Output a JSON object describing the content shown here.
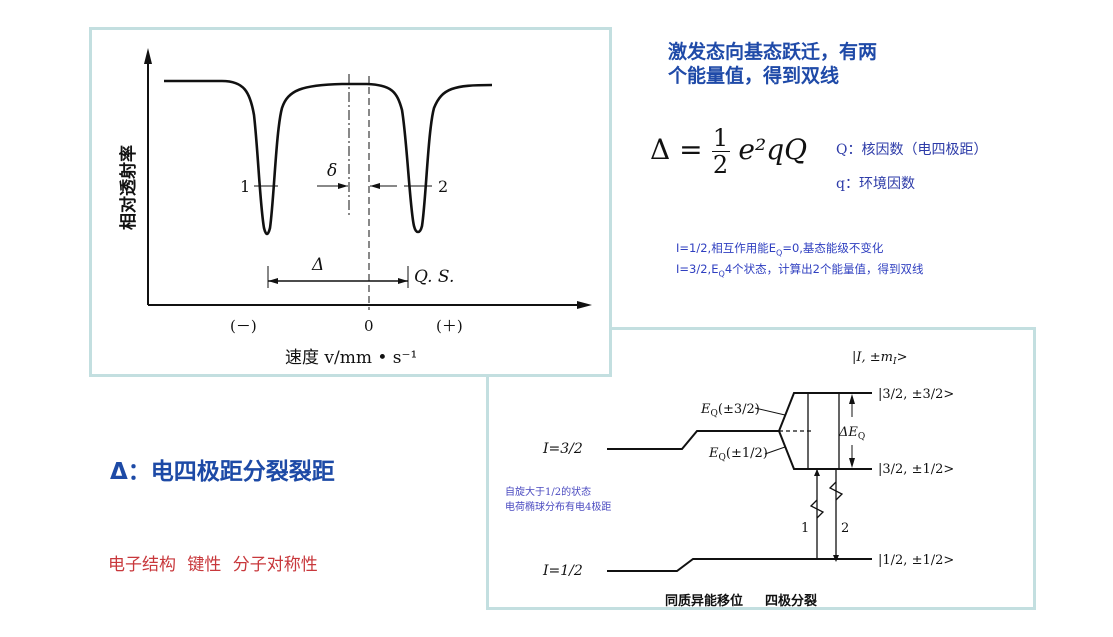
{
  "spectrum_panel": {
    "y_axis_label": "相对透射率",
    "x_axis_label": "速度 v/mm • s⁻¹",
    "x_ticks": [
      "(－)",
      "0",
      "(＋)"
    ],
    "peak_labels": [
      "1",
      "2"
    ],
    "delta_small_label": "δ",
    "delta_label": "Δ",
    "qs_label": "Q. S."
  },
  "heading": {
    "line1": "激发态向基态跃迁，有两",
    "line2": "个能量值，得到双线"
  },
  "formula": {
    "lhs": "Δ",
    "eq": "=",
    "num": "1",
    "den": "2",
    "rhs": "e²qQ"
  },
  "symbols": {
    "Q": "Q：核因数（电四极距）",
    "q": "q：环境因数"
  },
  "notes": {
    "line1": "I=1/2,相互作用能E",
    "line1_sub": "Q",
    "line1_tail": "=0,基态能级不变化",
    "line2": "I=3/2,E",
    "line2_sub": "Q",
    "line2_tail": "4个状态，计算出2个能量值，得到双线"
  },
  "delta_title": "Δ：电四极距分裂裂距",
  "properties_line": "电子结构  键性  分子对称性",
  "level_panel": {
    "header_ket": "|I, ±m",
    "header_ket_sub": "I",
    "header_ket_tail": ">",
    "I32": "I=3/2",
    "I12": "I=1/2",
    "ket_32_32": "|3/2, ±3/2>",
    "ket_32_12": "|3/2, ±1/2>",
    "ket_12_12": "|1/2, ±1/2>",
    "EQ_32": "E",
    "EQ_32_tail": "(±3/2)",
    "EQ_12": "E",
    "EQ_12_tail": "(±1/2)",
    "EQ_sub": "Q",
    "dEQ": "ΔE",
    "transition_1": "1",
    "transition_2": "2",
    "caption_left": "同质异能移位",
    "caption_right": "四极分裂",
    "spin_note_line1": "自旋大于1/2的状态",
    "spin_note_line2": "电荷椭球分布有电4极距"
  },
  "colors": {
    "panel_border": "#c3dfe0",
    "heading_blue": "#1f4aa8",
    "note_blue": "#2f3fc0",
    "accent_red": "#c8383c"
  }
}
